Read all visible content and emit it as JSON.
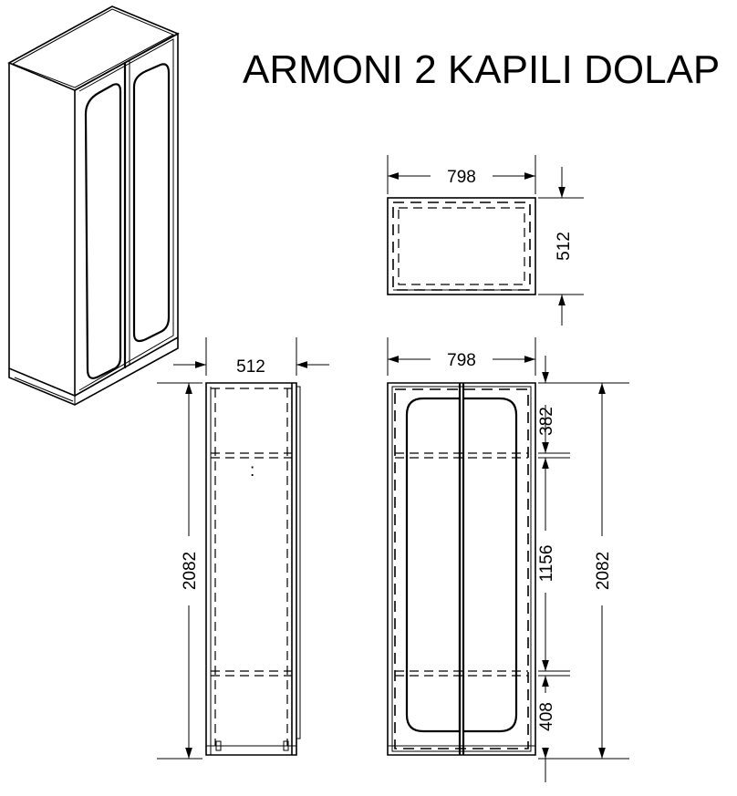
{
  "title": "ARMONI 2 KAPILI DOLAP",
  "dimensions": {
    "top_view_width": "798",
    "top_view_depth": "512",
    "side_view_depth": "512",
    "side_view_height": "2082",
    "front_view_width": "798",
    "front_view_height": "2082",
    "front_segment_top": "382",
    "front_segment_middle": "1156",
    "front_segment_bottom": "408"
  }
}
